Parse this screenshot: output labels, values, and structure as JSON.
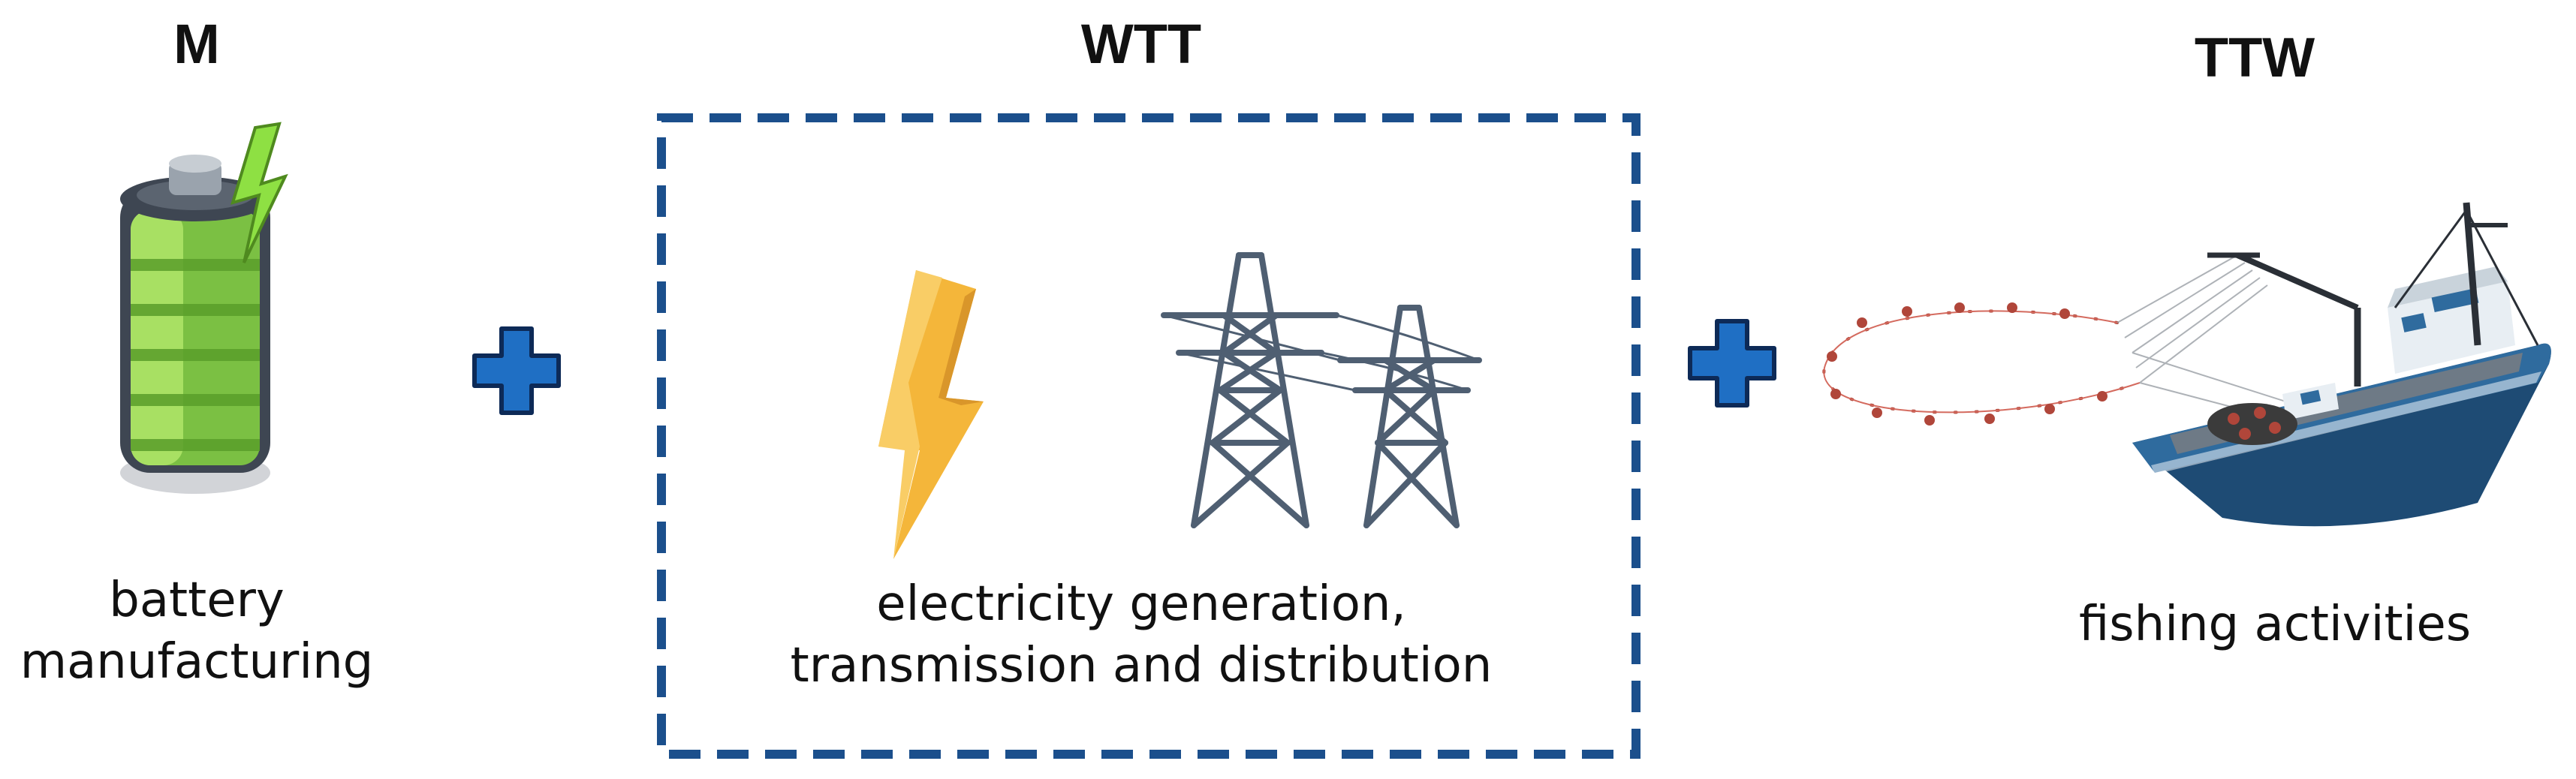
{
  "stages": {
    "m": {
      "title": "M",
      "caption_line1": "battery",
      "caption_line2": "manufacturing"
    },
    "wtt": {
      "title": "WTT",
      "caption_line1": "electricity generation,",
      "caption_line2": "transmission and distribution"
    },
    "ttw": {
      "title": "TTW",
      "caption_line1": "fishing activities"
    }
  },
  "icons": {
    "battery": "battery-icon",
    "bolt": "lightning-bolt-icon",
    "pylon": "power-pylon-icon",
    "boat": "fishing-boat-icon",
    "plus": "plus-icon"
  },
  "colors": {
    "plus_fill": "#1f6fc4",
    "plus_stroke": "#0d2a57",
    "box_dash": "#1b4f8c",
    "battery_green": "#8ccf3e",
    "bolt_yellow": "#f4b63a",
    "pylon_grey": "#4f5f72",
    "hull_blue": "#1e4b74",
    "net_red": "#b0463a"
  }
}
